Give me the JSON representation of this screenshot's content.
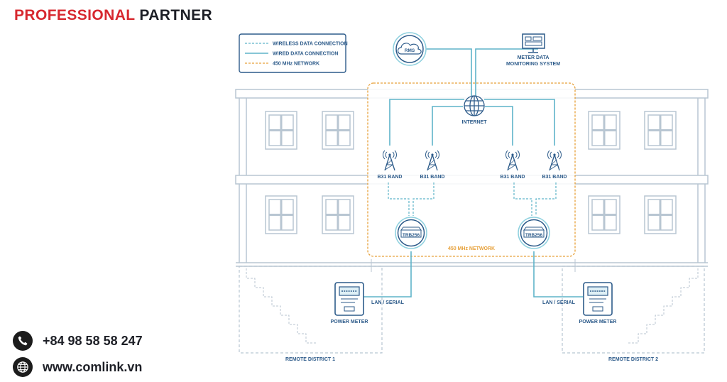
{
  "header": {
    "brand_part1": "PROFESSIONAL",
    "brand_part2": "PARTNER"
  },
  "contact": {
    "phone": "+84 98 58 58 247",
    "website": "www.comlink.vn"
  },
  "legend": {
    "wireless": "WIRELESS DATA CONNECTION",
    "wired": "WIRED DATA CONNECTION",
    "network": "450 MHz NETWORK"
  },
  "nodes": {
    "rms": "RMS",
    "meter_system_line1": "METER DATA",
    "meter_system_line2": "MONITORING SYSTEM",
    "internet": "INTERNET",
    "tower_label": "B31 BAND",
    "router_label": "TRB256",
    "network_label": "450 MHz NETWORK",
    "lan_serial": "LAN / SERIAL",
    "power_meter": "POWER METER",
    "district1": "REMOTE DISTRICT 1",
    "district2": "REMOTE DISTRICT 2"
  },
  "colors": {
    "brand_red": "#d7282f",
    "wireless_line": "#5fb4c9",
    "wired_line": "#5fb4c9",
    "network_border": "#e7a13a",
    "building_line": "#b8c6d2",
    "icon_dark": "#2d5b8a"
  }
}
